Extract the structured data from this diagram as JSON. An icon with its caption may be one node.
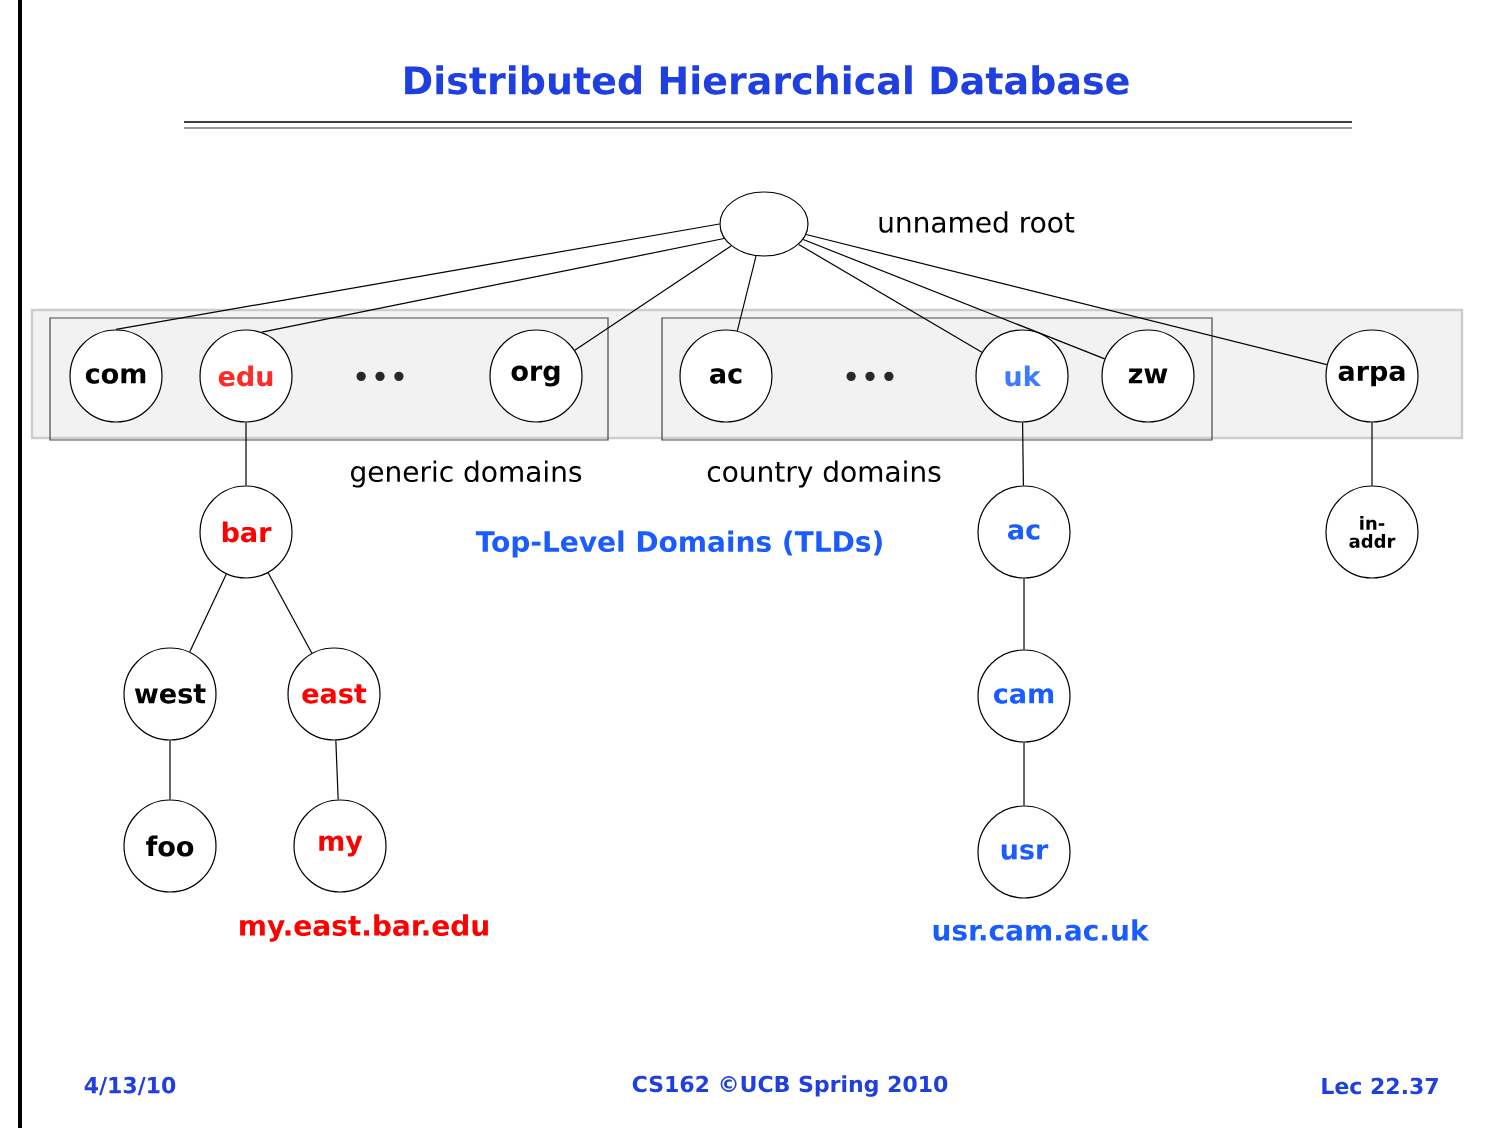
{
  "diagram": {
    "title": "Distributed Hierarchical Database",
    "nodes": [
      {
        "text": [],
        "shape": "ellipse",
        "beside": [
          "unnamed root"
        ]
      },
      {
        "text": [
          "Top-Level Domains (TLDs)"
        ]
      },
      {
        "text": [
          "generic domains"
        ],
        "in": 1
      },
      {
        "text": [
          "com"
        ],
        "in": 2
      },
      {
        "text": [
          "edu"
        ],
        "in": 2
      },
      {
        "text": [
          "org"
        ],
        "in": 2
      },
      {
        "text": [
          "country domains"
        ],
        "in": 1
      },
      {
        "text": [
          "ac"
        ],
        "in": 6
      },
      {
        "text": [
          "uk"
        ],
        "in": 6
      },
      {
        "text": [
          "zw"
        ],
        "in": 6
      },
      {
        "text": [
          "arpa"
        ],
        "in": 1
      },
      {
        "text": [
          "bar"
        ]
      },
      {
        "text": [
          "ac"
        ]
      },
      {
        "text": [
          "in-addr"
        ]
      },
      {
        "text": [
          "west"
        ]
      },
      {
        "text": [
          "east"
        ]
      },
      {
        "text": [
          "cam"
        ]
      },
      {
        "text": [
          "foo"
        ]
      },
      {
        "text": [
          "my"
        ],
        "beside": [
          "my.east.bar.edu"
        ]
      },
      {
        "text": [
          "usr"
        ],
        "beside": [
          "usr.cam.ac.uk"
        ]
      }
    ],
    "edges": [
      {
        "from": 0,
        "to": 3,
        "arrow": "none"
      },
      {
        "from": 0,
        "to": 4,
        "arrow": "none"
      },
      {
        "from": 0,
        "to": 5,
        "arrow": "none"
      },
      {
        "from": 0,
        "to": 7,
        "arrow": "none"
      },
      {
        "from": 0,
        "to": 8,
        "arrow": "none"
      },
      {
        "from": 0,
        "to": 9,
        "arrow": "none"
      },
      {
        "from": 0,
        "to": 10,
        "arrow": "none"
      },
      {
        "from": 4,
        "to": 11,
        "arrow": "none"
      },
      {
        "from": 8,
        "to": 12,
        "arrow": "none"
      },
      {
        "from": 10,
        "to": 13,
        "arrow": "none"
      },
      {
        "from": 11,
        "to": 14,
        "arrow": "none"
      },
      {
        "from": 11,
        "to": 15,
        "arrow": "none"
      },
      {
        "from": 12,
        "to": 16,
        "arrow": "none"
      },
      {
        "from": 14,
        "to": 17,
        "arrow": "none"
      },
      {
        "from": 15,
        "to": 18,
        "arrow": "none"
      },
      {
        "from": 16,
        "to": 19,
        "arrow": "none"
      }
    ],
    "labels": [
      "•••",
      "•••",
      "4/13/10",
      "CS162 ©UCB Spring 2010",
      "Lec 22.37"
    ]
  }
}
